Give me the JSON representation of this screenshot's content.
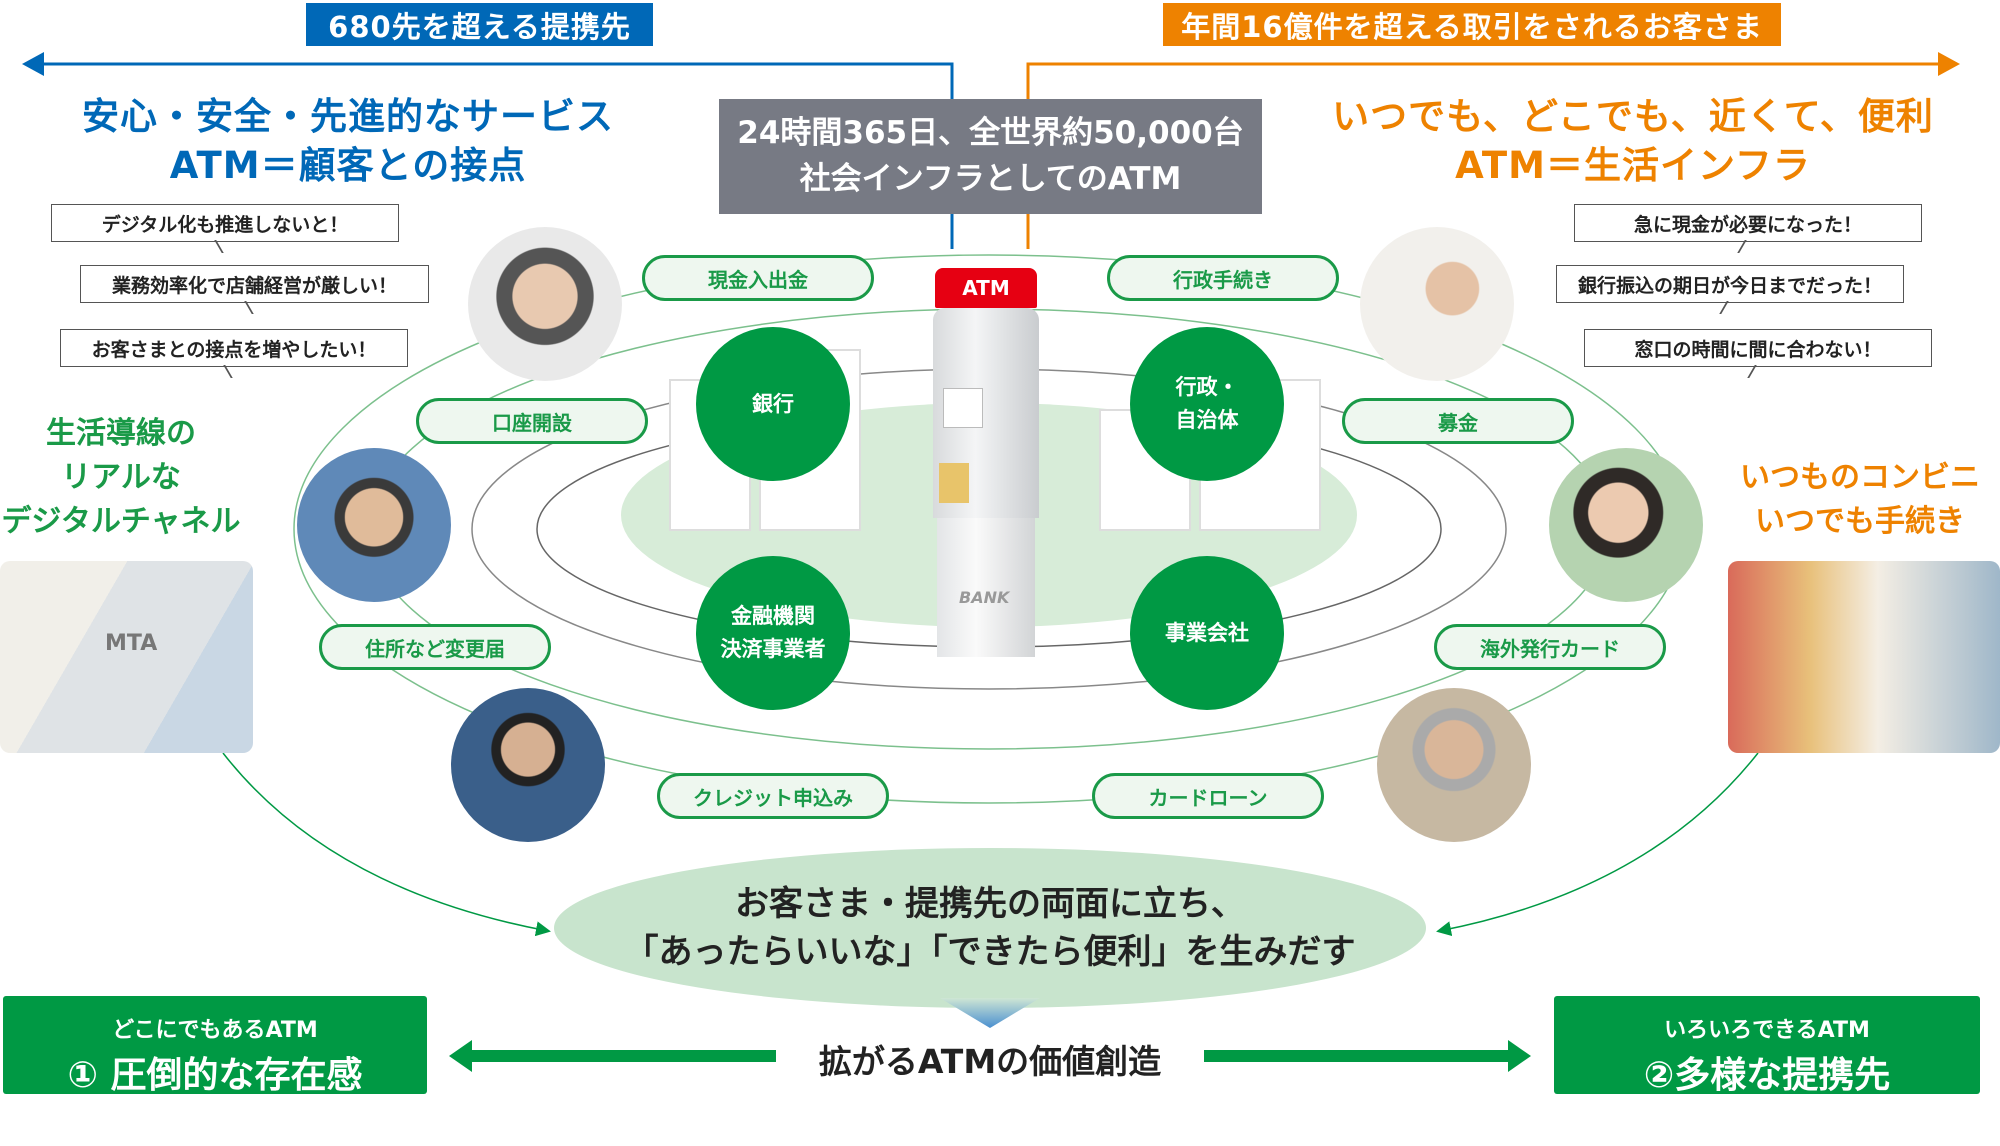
{
  "top_labels": {
    "left": "680先を超える提携先",
    "right": "年間16億件を超える取引をされるお客さま"
  },
  "center_box": {
    "line1": "24時間365日、全世界約50,000台",
    "line2": "社会インフラとしてのATM"
  },
  "left_headline": {
    "line1": "安心・安全・先進的なサービス",
    "line2": "ATM＝顧客との接点"
  },
  "right_headline": {
    "line1": "いつでも、どこでも、近くて、便利",
    "line2": "ATM＝生活インフラ"
  },
  "left_bubbles": [
    "デジタル化も推進しないと！",
    "業務効率化で店舗経営が厳しい！",
    "お客さまとの接点を増やしたい！"
  ],
  "right_bubbles": [
    "急に現金が必要になった！",
    "銀行振込の期日が今日までだった！",
    "窓口の時間に間に合わない！"
  ],
  "services": [
    "現金入出金",
    "行政手続き",
    "口座開設",
    "募金",
    "住所など変更届",
    "海外発行カード",
    "クレジット申込み",
    "カードローン"
  ],
  "partners": {
    "bank": "銀行",
    "gov1": "行政・",
    "gov2": "自治体",
    "fin1": "金融機関",
    "fin2": "決済事業者",
    "biz": "事業会社"
  },
  "atm": {
    "sign": "ATM",
    "bank": "BANK"
  },
  "left_side": {
    "line1": "生活導線の",
    "line2": "リアルな",
    "line3": "デジタルチャネル",
    "photo_text": "MTA"
  },
  "right_side": {
    "line1": "いつものコンビニ",
    "line2": "いつでも手続き"
  },
  "center_message": {
    "line1": "お客さま・提携先の両面に立ち、",
    "line2": "「あったらいいな」「できたら便利」を生みだす"
  },
  "bottom": {
    "title": "拡がるATMの価値創造",
    "left_small": "どこにでもあるATM",
    "left_big": "① 圧倒的な存在感",
    "right_small": "いろいろできるATM",
    "right_big": "②多様な提携先"
  },
  "colors": {
    "blue": "#0068b7",
    "orange": "#ee8200",
    "green": "#009944",
    "gray": "#777a84"
  }
}
